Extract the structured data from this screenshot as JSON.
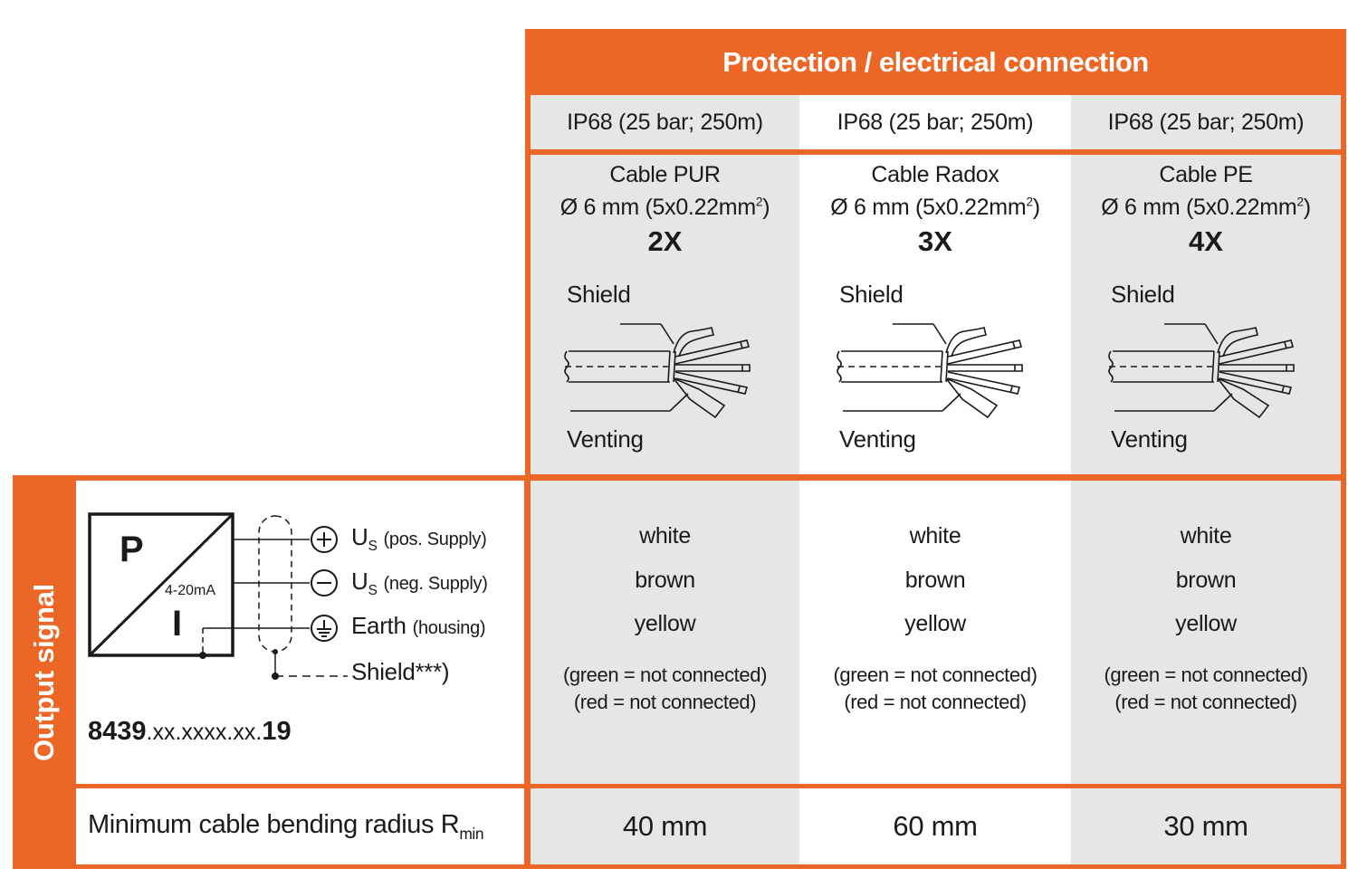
{
  "header": {
    "title": "Protection / electrical connection"
  },
  "columns": [
    {
      "protection": "IP68 (25 bar; 250m)",
      "cable_name": "Cable  PUR",
      "cable_spec_prefix": "Ø 6 mm (5x0.22mm",
      "cable_spec_sup": "2",
      "cable_spec_suffix": ")",
      "code": "2X",
      "shield_label": "Shield",
      "venting_label": "Venting",
      "wires": [
        "white",
        "brown",
        "yellow"
      ],
      "nc": [
        "(green = not connected)",
        "(red = not connected)"
      ],
      "radius": "40 mm"
    },
    {
      "protection": "IP68 (25 bar; 250m)",
      "cable_name": "Cable Radox",
      "cable_spec_prefix": "Ø 6 mm (5x0.22mm",
      "cable_spec_sup": "2",
      "cable_spec_suffix": ")",
      "code": "3X",
      "shield_label": "Shield",
      "venting_label": "Venting",
      "wires": [
        "white",
        "brown",
        "yellow"
      ],
      "nc": [
        "(green = not connected)",
        "(red = not connected)"
      ],
      "radius": "60 mm"
    },
    {
      "protection": "IP68 (25 bar; 250m)",
      "cable_name": "Cable  PE",
      "cable_spec_prefix": "Ø 6 mm (5x0.22mm",
      "cable_spec_sup": "2",
      "cable_spec_suffix": ")",
      "code": "4X",
      "shield_label": "Shield",
      "venting_label": "Venting",
      "wires": [
        "white",
        "brown",
        "yellow"
      ],
      "nc": [
        "(green = not connected)",
        "(red = not connected)"
      ],
      "radius": "30 mm"
    }
  ],
  "output_signal": {
    "label": "Output signal",
    "diagram": {
      "p_label": "P",
      "i_label": "I",
      "range": "4-20mA",
      "us_main": "U",
      "us_sub": "S",
      "pos_detail": "(pos. Supply)",
      "neg_detail": "(neg. Supply)",
      "earth_main": "Earth",
      "earth_detail": "(housing)",
      "shield": "Shield***)"
    },
    "model_bold1": "8439",
    "model_mid": ".xx.xxxx.xx.",
    "model_bold2": "19"
  },
  "radius_row": {
    "label": "Minimum cable bending radius R",
    "label_sub": "min"
  },
  "colors": {
    "accent": "#EC6625",
    "cell_grey": "#E6E6E6"
  }
}
